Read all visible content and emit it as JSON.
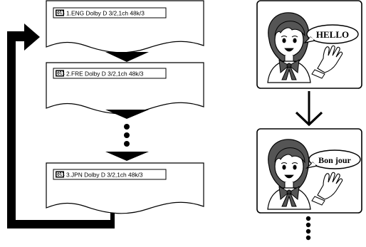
{
  "screens": [
    {
      "track": "1.ENG Dolby D 3/2,1ch 48k/3"
    },
    {
      "track": "2.FRE Dolby D 3/2,1ch 48k/3"
    },
    {
      "track": "3.JPN Dolby D 3/2,1ch 48k/3"
    }
  ],
  "speech": [
    {
      "text": "HELLO"
    },
    {
      "text": "Bon jour"
    }
  ],
  "icons": {
    "audio_icon": "audio-track-icon",
    "arrow": "down-arrow-icon",
    "loop": "loop-back-arrow-icon",
    "girl": "girl-speaking-icon"
  }
}
